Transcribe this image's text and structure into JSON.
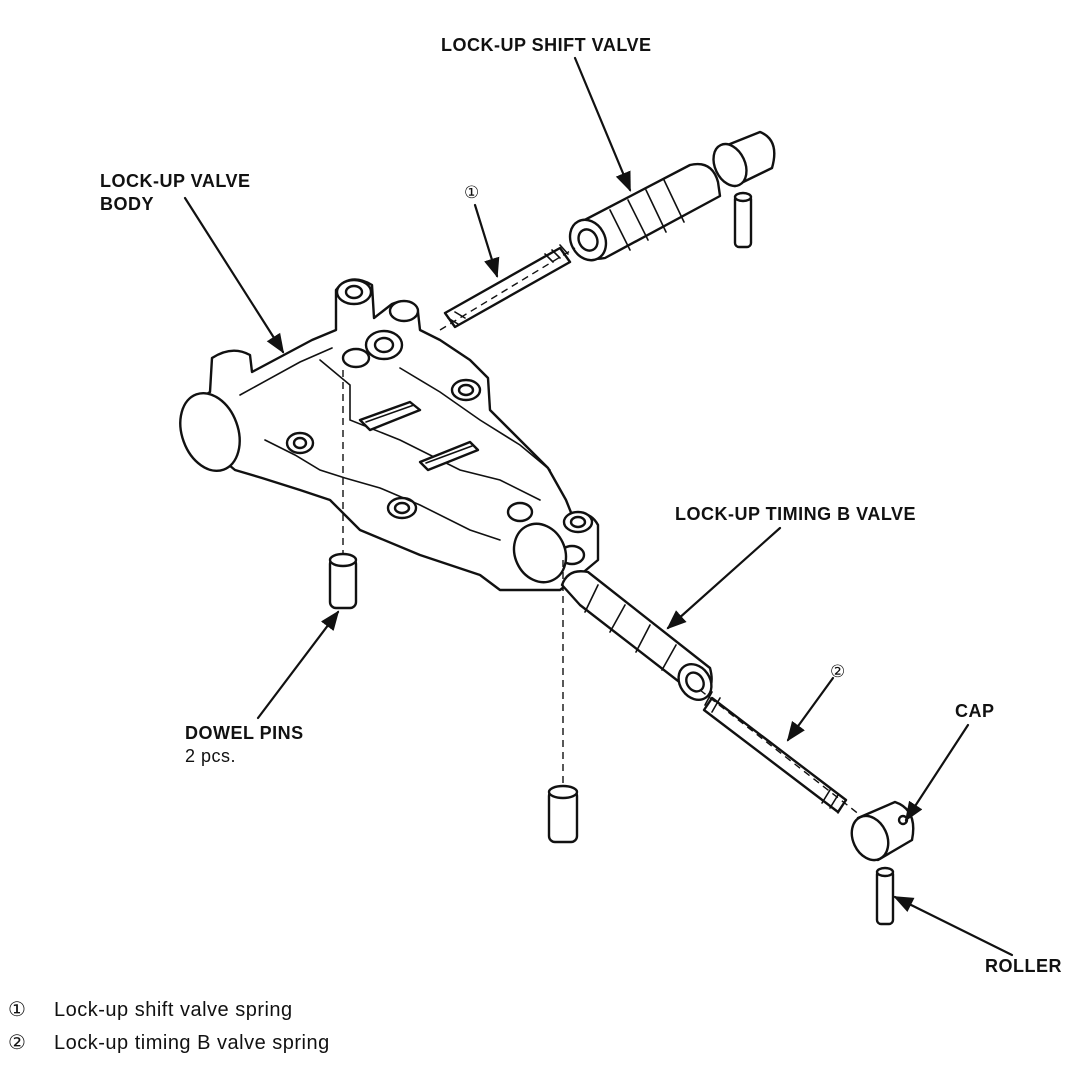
{
  "labels": {
    "lockup_shift_valve": "LOCK-UP SHIFT VALVE",
    "lockup_valve_body_line1": "LOCK-UP VALVE",
    "lockup_valve_body_line2": "BODY",
    "lockup_timing_b_valve": "LOCK-UP TIMING B VALVE",
    "dowel_pins": "DOWEL PINS",
    "dowel_pins_qty": "2 pcs.",
    "cap": "CAP",
    "roller": "ROLLER",
    "callout_1": "①",
    "callout_2": "②"
  },
  "legend": [
    {
      "marker": "①",
      "text": "Lock-up shift valve spring"
    },
    {
      "marker": "②",
      "text": "Lock-up timing B valve spring"
    }
  ]
}
